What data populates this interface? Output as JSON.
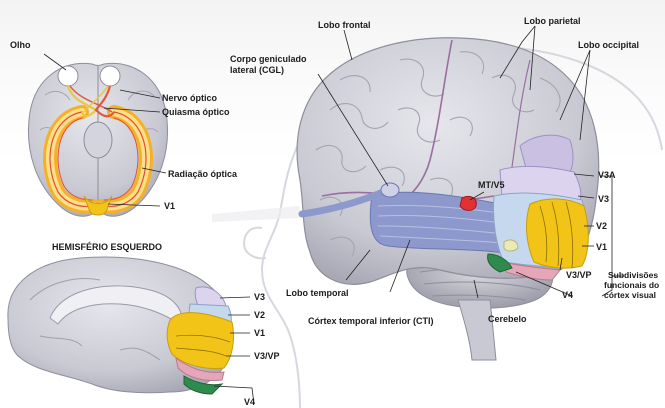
{
  "labels": {
    "olho": "Olho",
    "nervo_optico": "Nervo óptico",
    "quiasma_optico": "Quiasma óptico",
    "radiacao_optica": "Radiação óptica",
    "v1_top": "V1",
    "hemisferio": "HEMISFÉRIO ESQUERDO",
    "corpo_geniculado_1": "Corpo geniculado",
    "corpo_geniculado_2": "lateral (CGL)",
    "lobo_frontal": "Lobo frontal",
    "lobo_parietal": "Lobo parietal",
    "lobo_occipital": "Lobo occipital",
    "mt_v5": "MT/V5",
    "v3a": "V3A",
    "v3_side": "V3",
    "v2_side": "V2",
    "v1_side": "V1",
    "v3vp_side": "V3/VP",
    "v4_side": "V4",
    "subdivisoes_1": "Subdivisões",
    "subdivisoes_2": "funcionais do",
    "subdivisoes_3": "córtex visual",
    "lobo_temporal": "Lobo temporal",
    "cortex_temporal": "Córtex temporal inferior (CTI)",
    "cerebelo": "Cerebelo",
    "v3_med": "V3",
    "v2_med": "V2",
    "v1_med": "V1",
    "v3vp_med": "V3/VP",
    "v4_med": "V4"
  },
  "colors": {
    "cortex": "#cdcdd6",
    "v1": "#f2c418",
    "v2": "#c5d8ee",
    "v3": "#dcd4ee",
    "v3a": "#c9c0e2",
    "v4": "#2f8a4e",
    "vp": "#e5a7b7",
    "mt": "#e03232",
    "optic_tract": "#8d99cc",
    "radiation": "#f5b02a",
    "nerve": "#e8c93e"
  }
}
